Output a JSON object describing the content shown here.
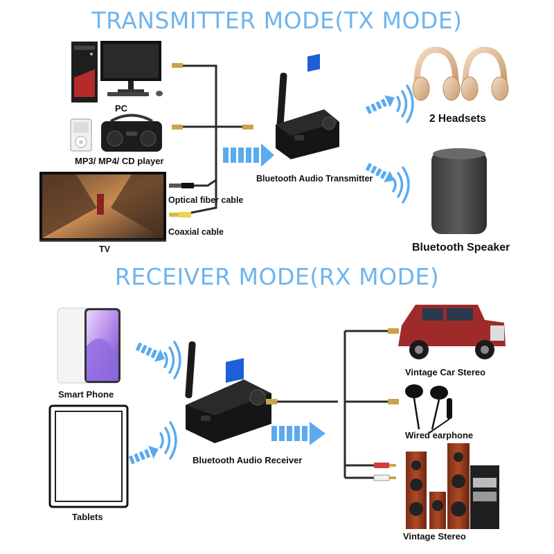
{
  "tx": {
    "title": "TRANSMITTER MODE(TX MODE)",
    "sources": {
      "pc": "PC",
      "mp3": "MP3/ MP4/ CD player",
      "tv": "TV"
    },
    "cables": {
      "optical": "Optical fiber cable",
      "coaxial": "Coaxial cable"
    },
    "device": "Bluetooth Audio Transmitter",
    "outputs": {
      "headsets": "2 Headsets",
      "speaker": "Bluetooth Speaker"
    }
  },
  "rx": {
    "title": "RECEIVER MODE(RX MODE)",
    "sources": {
      "phone": "Smart Phone",
      "tablet": "Tablets"
    },
    "device": "Bluetooth Audio Receiver",
    "outputs": {
      "car": "Vintage Car Stereo",
      "earphone": "Wired earphone",
      "stereo": "Vintage Stereo"
    }
  },
  "colors": {
    "title": "#6fb4ee",
    "arrow": "#5aaaf0",
    "cable": "#2a2a2a"
  }
}
